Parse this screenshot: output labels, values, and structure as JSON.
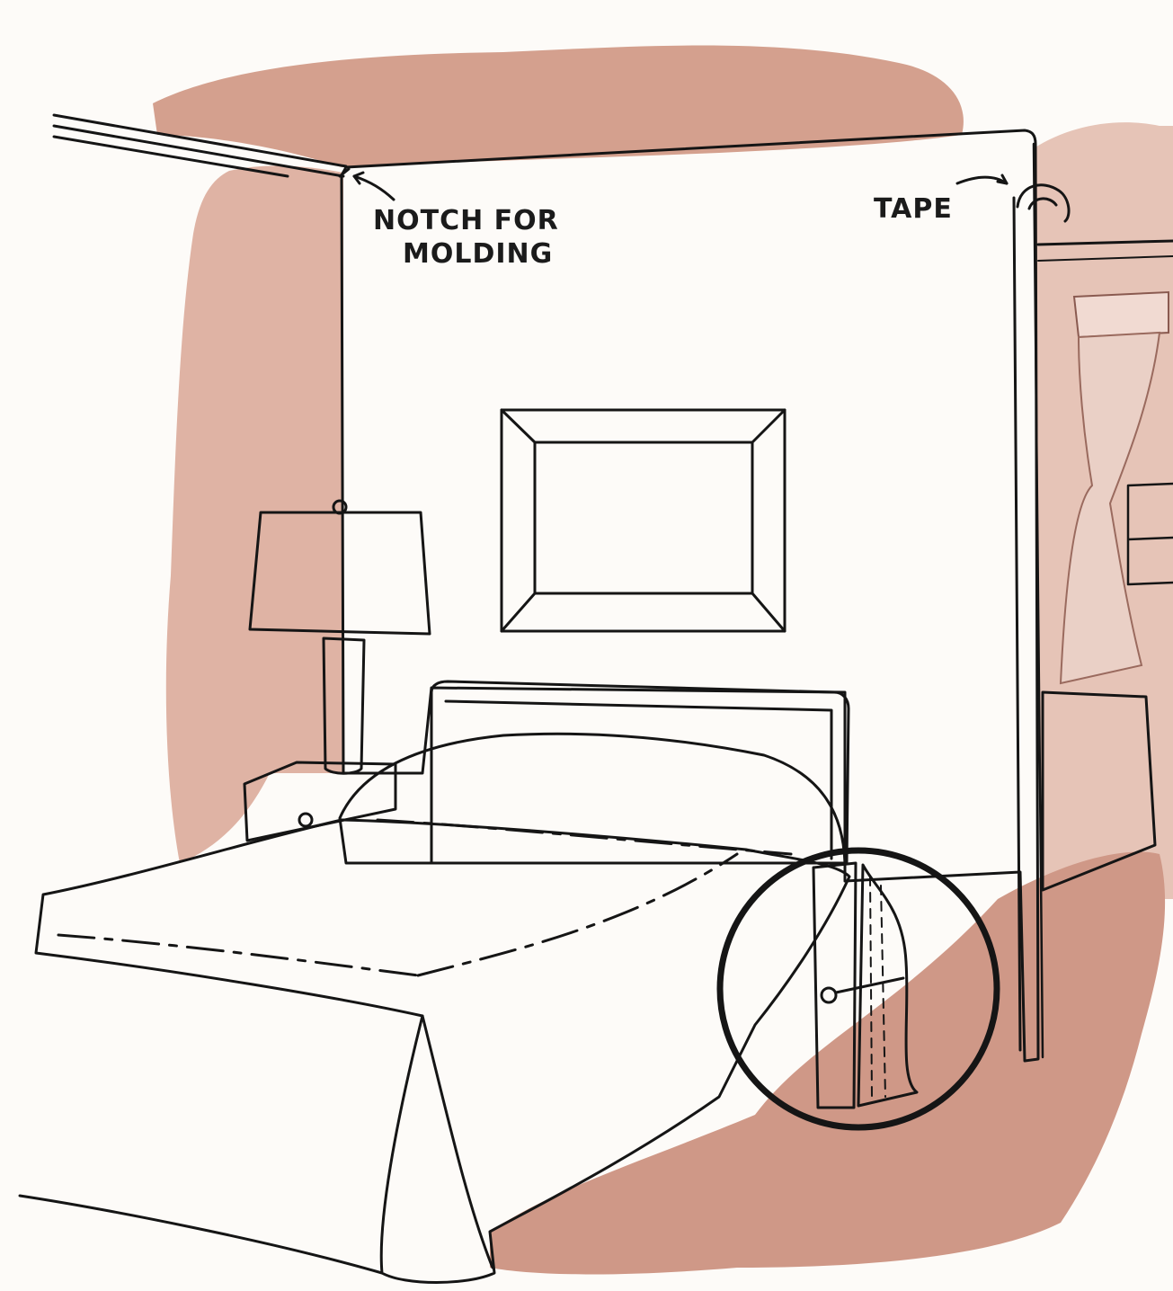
{
  "labels": {
    "notch_line1": "NOTCH FOR",
    "notch_line2": "MOLDING",
    "tape": "TAPE"
  },
  "colors": {
    "wall_wash": "#d4a08e",
    "floor_wash": "#cf9887",
    "paper": "#fdfbf8",
    "ink": "#151515",
    "curtain": "#c98c80"
  }
}
